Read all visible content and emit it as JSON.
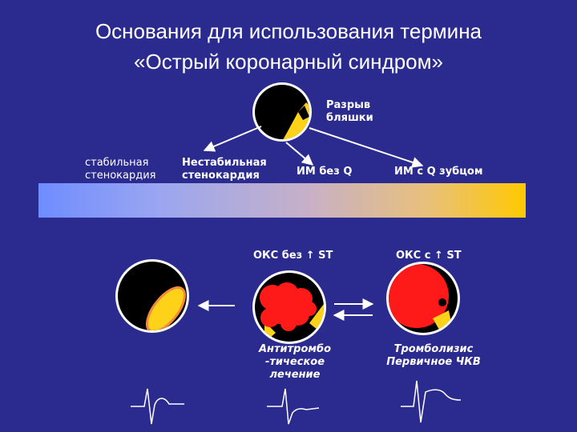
{
  "title": {
    "line1": "Основания для использования термина",
    "line2": "«Острый коронарный синдром»"
  },
  "top_vessel_label": {
    "line1": "Разрыв",
    "line2": "бляшки"
  },
  "spectrum_labels": [
    {
      "line1": "стабильная",
      "line2": "стенокардия"
    },
    {
      "line1": "Нестабильная",
      "line2": "стенокардия"
    },
    {
      "line1": "ИМ без Q",
      "line2": ""
    },
    {
      "line1": "ИМ с Q зубцом",
      "line2": ""
    }
  ],
  "acs_labels": {
    "without_st": "ОКС без",
    "with_st": "ОКС с",
    "st": "ST",
    "arrow_up": "↑"
  },
  "treatment_labels": {
    "antithrombotic": {
      "line1": "Антитромбо",
      "line2": "-тическое",
      "line3": "лечение"
    },
    "thrombolysis": {
      "line1": "Тромболизис",
      "line2": "Первичное ЧКВ"
    }
  },
  "colors": {
    "background": "#2b2b8f",
    "plaque": "#ffd21a",
    "thrombus": "#ff1a1a",
    "lumen": "#000000",
    "vessel_wall": "#ffffff"
  }
}
